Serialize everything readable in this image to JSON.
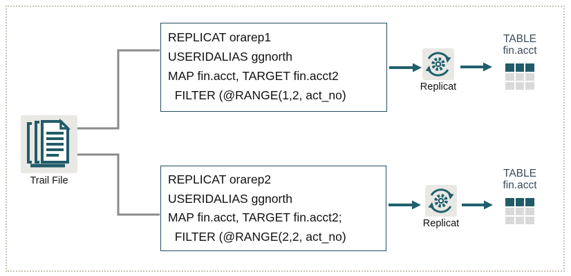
{
  "diagram": {
    "title_implicit": "GoldenGate parallel Replicat with @RANGE filter",
    "trail_file": {
      "label": "Trail File"
    },
    "param_files": [
      {
        "lines": [
          "REPLICAT orarep1",
          "USERIDALIAS ggnorth",
          "MAP fin.acct, TARGET fin.acct2",
          "  FILTER (@RANGE(1,2, act_no)"
        ]
      },
      {
        "lines": [
          "REPLICAT orarep2",
          "USERIDALIAS ggnorth",
          "MAP fin.acct, TARGET fin.acct2;",
          "  FILTER (@RANGE(2,2, act_no)"
        ]
      }
    ],
    "processes": [
      {
        "label": "Replicat",
        "icon": "gear-cycle-icon"
      },
      {
        "label": "Replicat",
        "icon": "gear-cycle-icon"
      }
    ],
    "tables": [
      {
        "title": "TABLE",
        "name": "fin.acct",
        "icon": "table-grid-icon"
      },
      {
        "title": "TABLE",
        "name": "fin.acct",
        "icon": "table-grid-icon"
      }
    ],
    "colors": {
      "teal_accent": "#20606c",
      "box_border": "#1f4e5f",
      "connector_gray": "#8a8a8a",
      "table_header": "#215b68",
      "table_cell_gray": "#d9d9d9",
      "tile_background": "#e9e8e5",
      "table_text": "#3a4a59",
      "dotted_border": "#c8c1b4"
    }
  }
}
